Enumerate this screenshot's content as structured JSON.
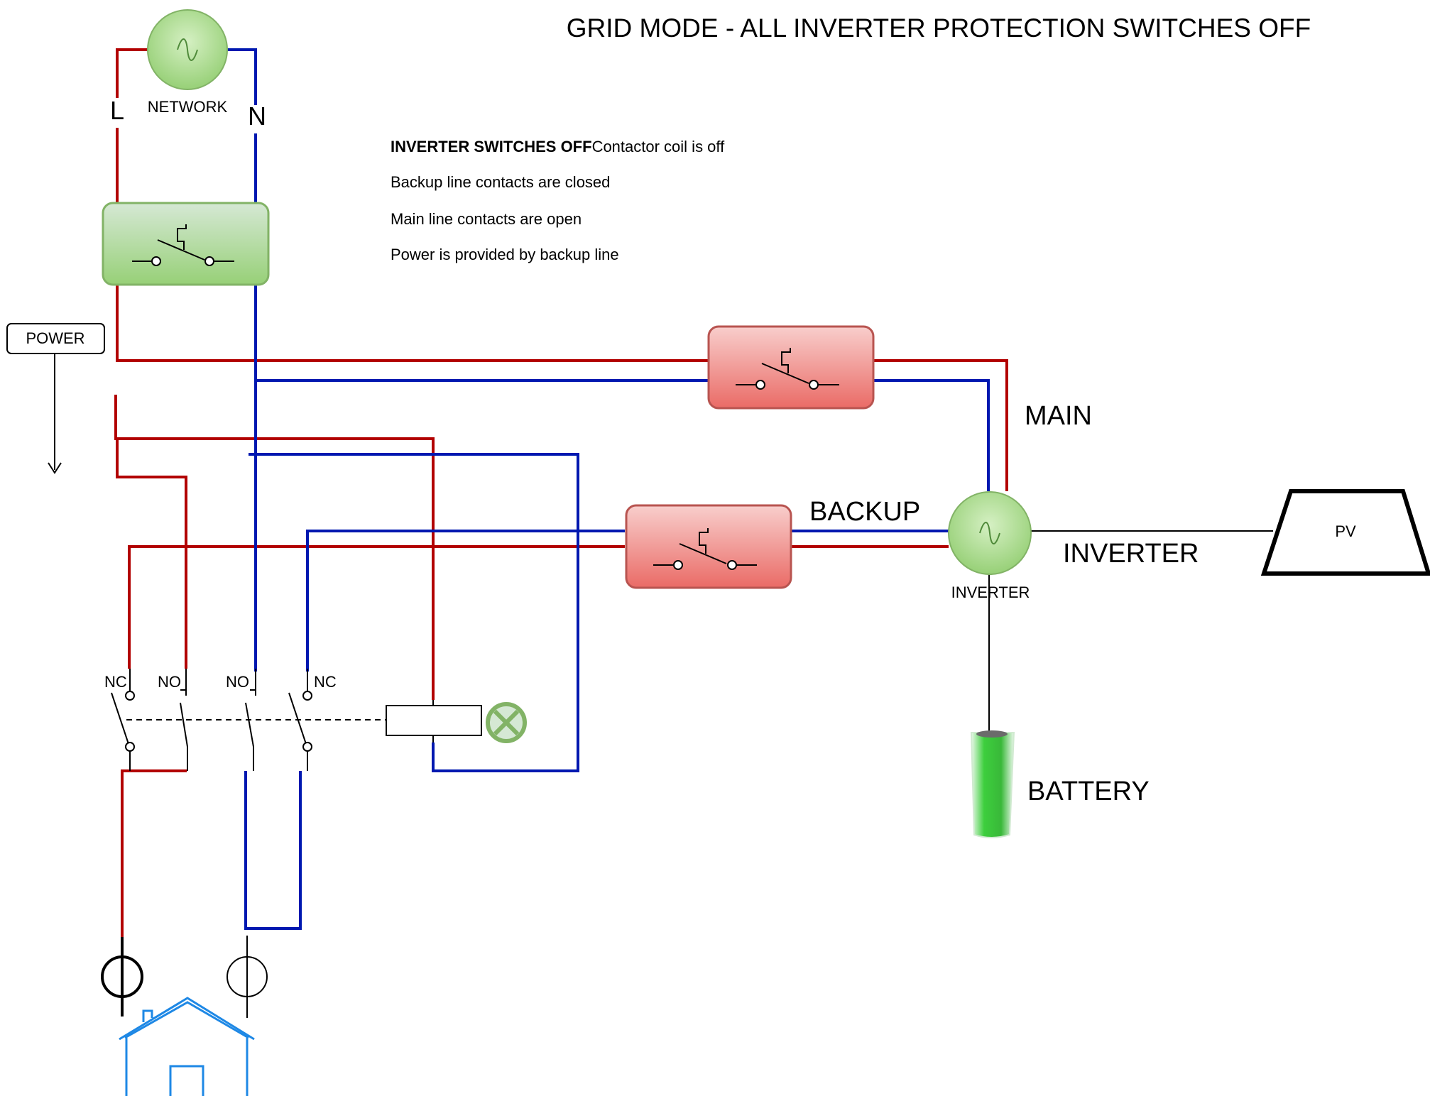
{
  "title": "GRID MODE - ALL INVERTER PROTECTION SWITCHES OFF",
  "notes": {
    "bold_lead": "INVERTER SWITCHES OFF",
    "line1_rest": "Contactor coil is off",
    "line2": "Backup line contacts are closed",
    "line3": "Main line contacts are open",
    "line4": "Power is provided by backup line"
  },
  "labels": {
    "network": "NETWORK",
    "live": "L",
    "neutral": "N",
    "power": "POWER",
    "main": "MAIN",
    "backup": "BACKUP",
    "inverter_big": "INVERTER",
    "inverter_small": "INVERTER",
    "pv": "PV",
    "battery": "BATTERY"
  },
  "contacts": {
    "nc_left": "NC",
    "no_left": "NO",
    "no_right": "NO",
    "nc_right": "NC"
  },
  "colors": {
    "live_wire": "#b20000",
    "neutral_wire": "#0018b0",
    "green_box": "#97d077",
    "red_box": "#ea6b66",
    "house": "#1e88e5",
    "battery": "#33cc33",
    "lamp": "#82b366"
  }
}
